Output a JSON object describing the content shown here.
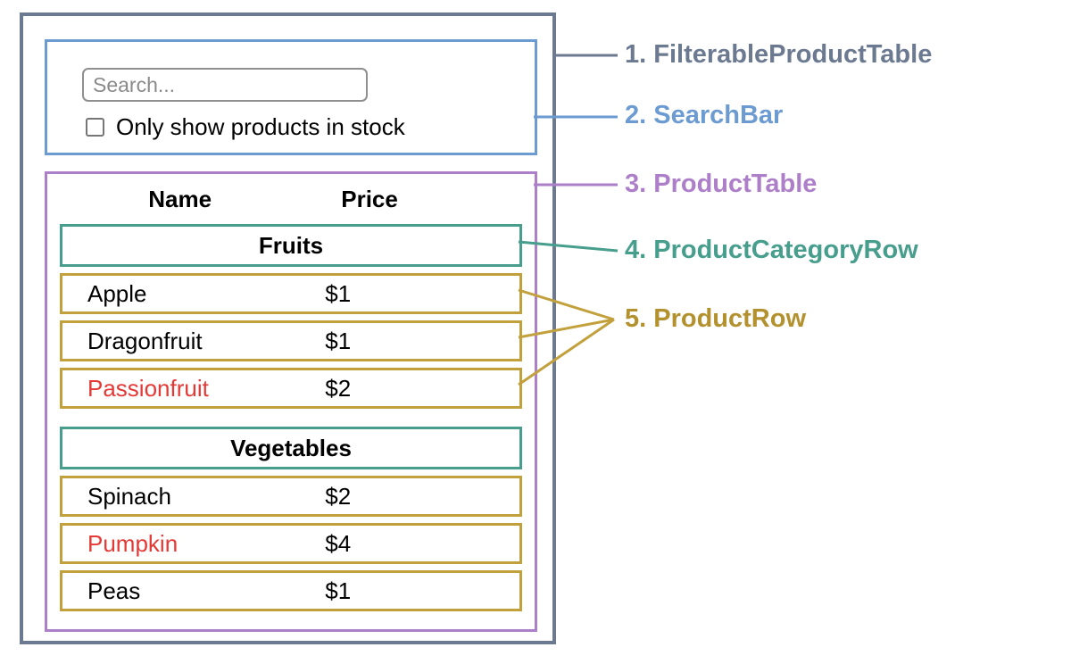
{
  "colors": {
    "slate": "#6b7a90",
    "blue": "#6c9bd2",
    "purple": "#ad7fc9",
    "teal": "#479e8d",
    "gold": "#c2a13c",
    "out_of_stock_red": "#e53935"
  },
  "labels": [
    {
      "text": "1. FilterableProductTable",
      "color": "#6b7a90"
    },
    {
      "text": "2. SearchBar",
      "color": "#6c9bd2"
    },
    {
      "text": "3. ProductTable",
      "color": "#ad7fc9"
    },
    {
      "text": "4. ProductCategoryRow",
      "color": "#479e8d"
    },
    {
      "text": "5. ProductRow",
      "color": "#b3912f"
    }
  ],
  "search_bar": {
    "input_value": "",
    "input_placeholder": "Search...",
    "checkbox_checked": false,
    "checkbox_label": "Only show products in stock"
  },
  "table": {
    "headers": {
      "name": "Name",
      "price": "Price"
    },
    "sections": [
      {
        "category": "Fruits",
        "rows": [
          {
            "name": "Apple",
            "price": "$1",
            "color": "#000000"
          },
          {
            "name": "Dragonfruit",
            "price": "$1",
            "color": "#000000"
          },
          {
            "name": "Passionfruit",
            "price": "$2",
            "color": "#e53935"
          }
        ]
      },
      {
        "category": "Vegetables",
        "rows": [
          {
            "name": "Spinach",
            "price": "$2",
            "color": "#000000"
          },
          {
            "name": "Pumpkin",
            "price": "$4",
            "color": "#e53935"
          },
          {
            "name": "Peas",
            "price": "$1",
            "color": "#000000"
          }
        ]
      }
    ]
  }
}
